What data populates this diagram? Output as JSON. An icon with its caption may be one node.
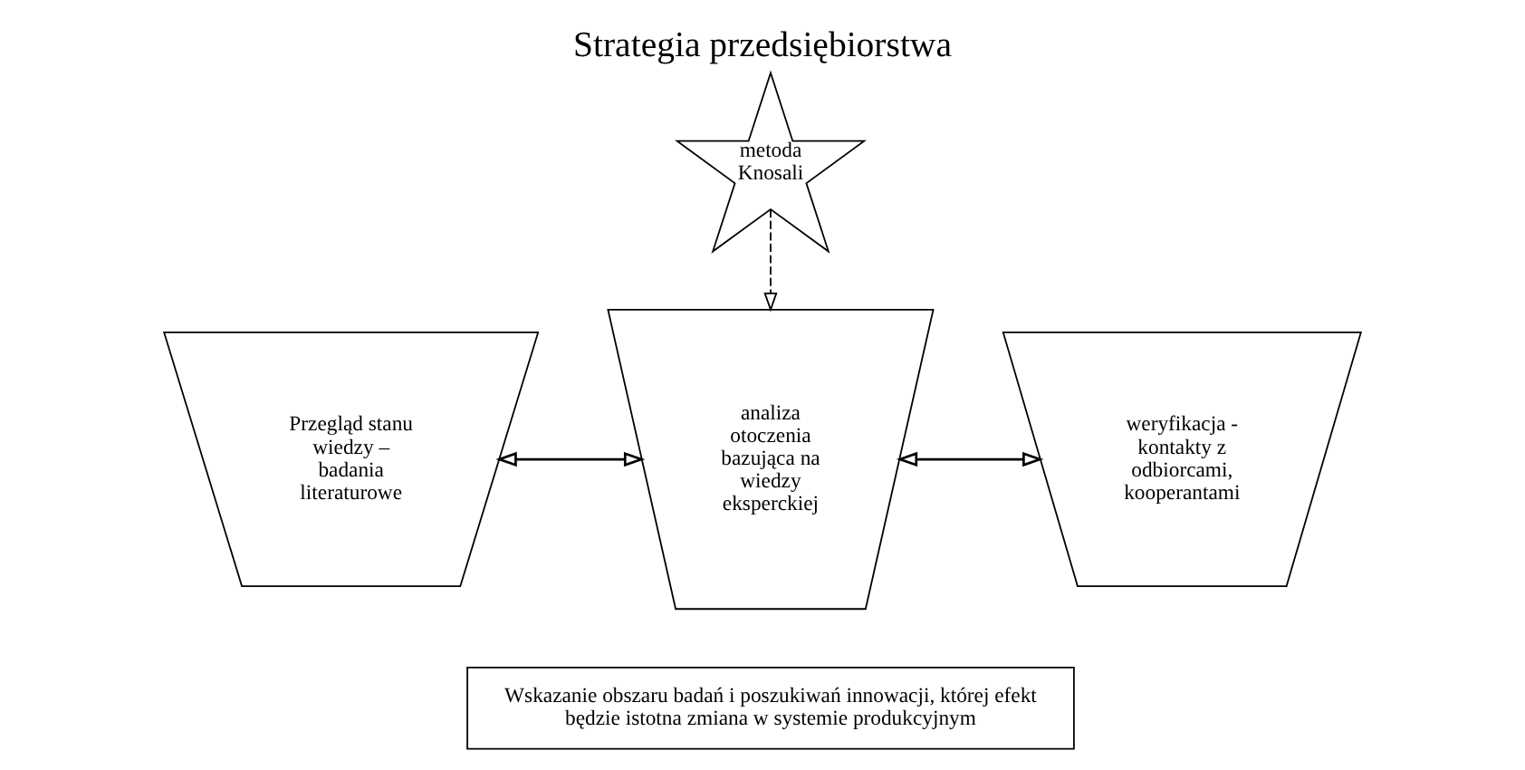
{
  "diagram": {
    "title": "Strategia przedsiębiorstwa",
    "nodes": [
      {
        "text": [
          "Przegląd stanu wiedzy – badania literaturowe"
        ]
      },
      {
        "text": [
          "analiza otoczenia bazująca na wiedzy eksperckiej"
        ]
      },
      {
        "text": [
          "weryfikacja - kontakty z odbiorcami, kooperantami"
        ]
      },
      {
        "text": [
          "metoda Knosali"
        ]
      },
      {
        "text": [
          "Wskazanie obszaru badań i poszukiwań innowacji, której efekt będzie istotna zmiana w systemie produkcyjnym"
        ]
      }
    ],
    "edges": [
      {
        "from": 0,
        "to": 1,
        "arrow": "both"
      },
      {
        "from": 1,
        "to": 2,
        "arrow": "both"
      },
      {
        "from": 3,
        "to": 1,
        "arrow": "to",
        "style": "dashed"
      }
    ]
  }
}
